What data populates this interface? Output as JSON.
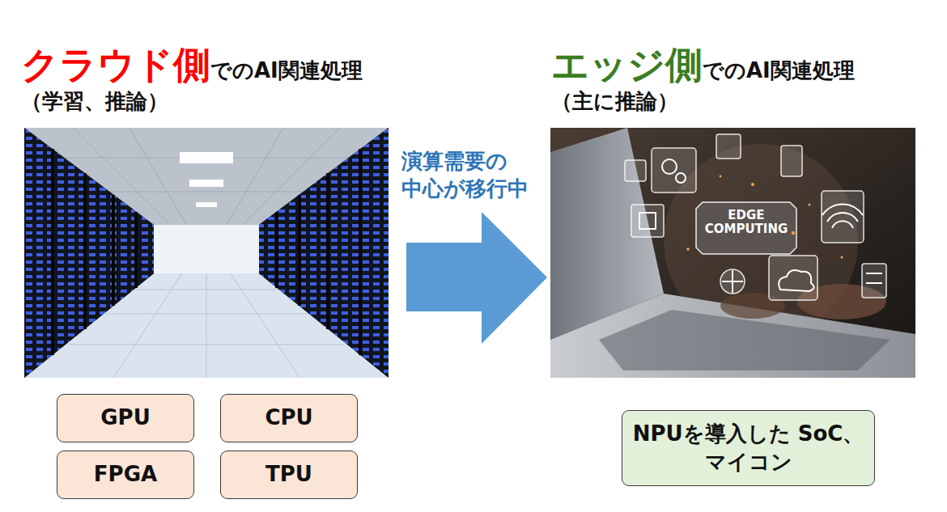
{
  "diagram": {
    "nodes": [
      {
        "text": [
          "GPU"
        ]
      },
      {
        "text": [
          "CPU"
        ]
      },
      {
        "text": [
          "FPGA"
        ]
      },
      {
        "text": [
          "TPU"
        ]
      },
      {
        "text": [
          "NPUを導入した SoC、マイコン"
        ]
      }
    ],
    "labels": [
      "クラウド側",
      "でのAI関連処理",
      "（学習、推論）",
      "エッジ側",
      "でのAI関連処理",
      "（主に推論）",
      "演算需要の 中心が移行中",
      "EDGE COMPUTING"
    ]
  }
}
